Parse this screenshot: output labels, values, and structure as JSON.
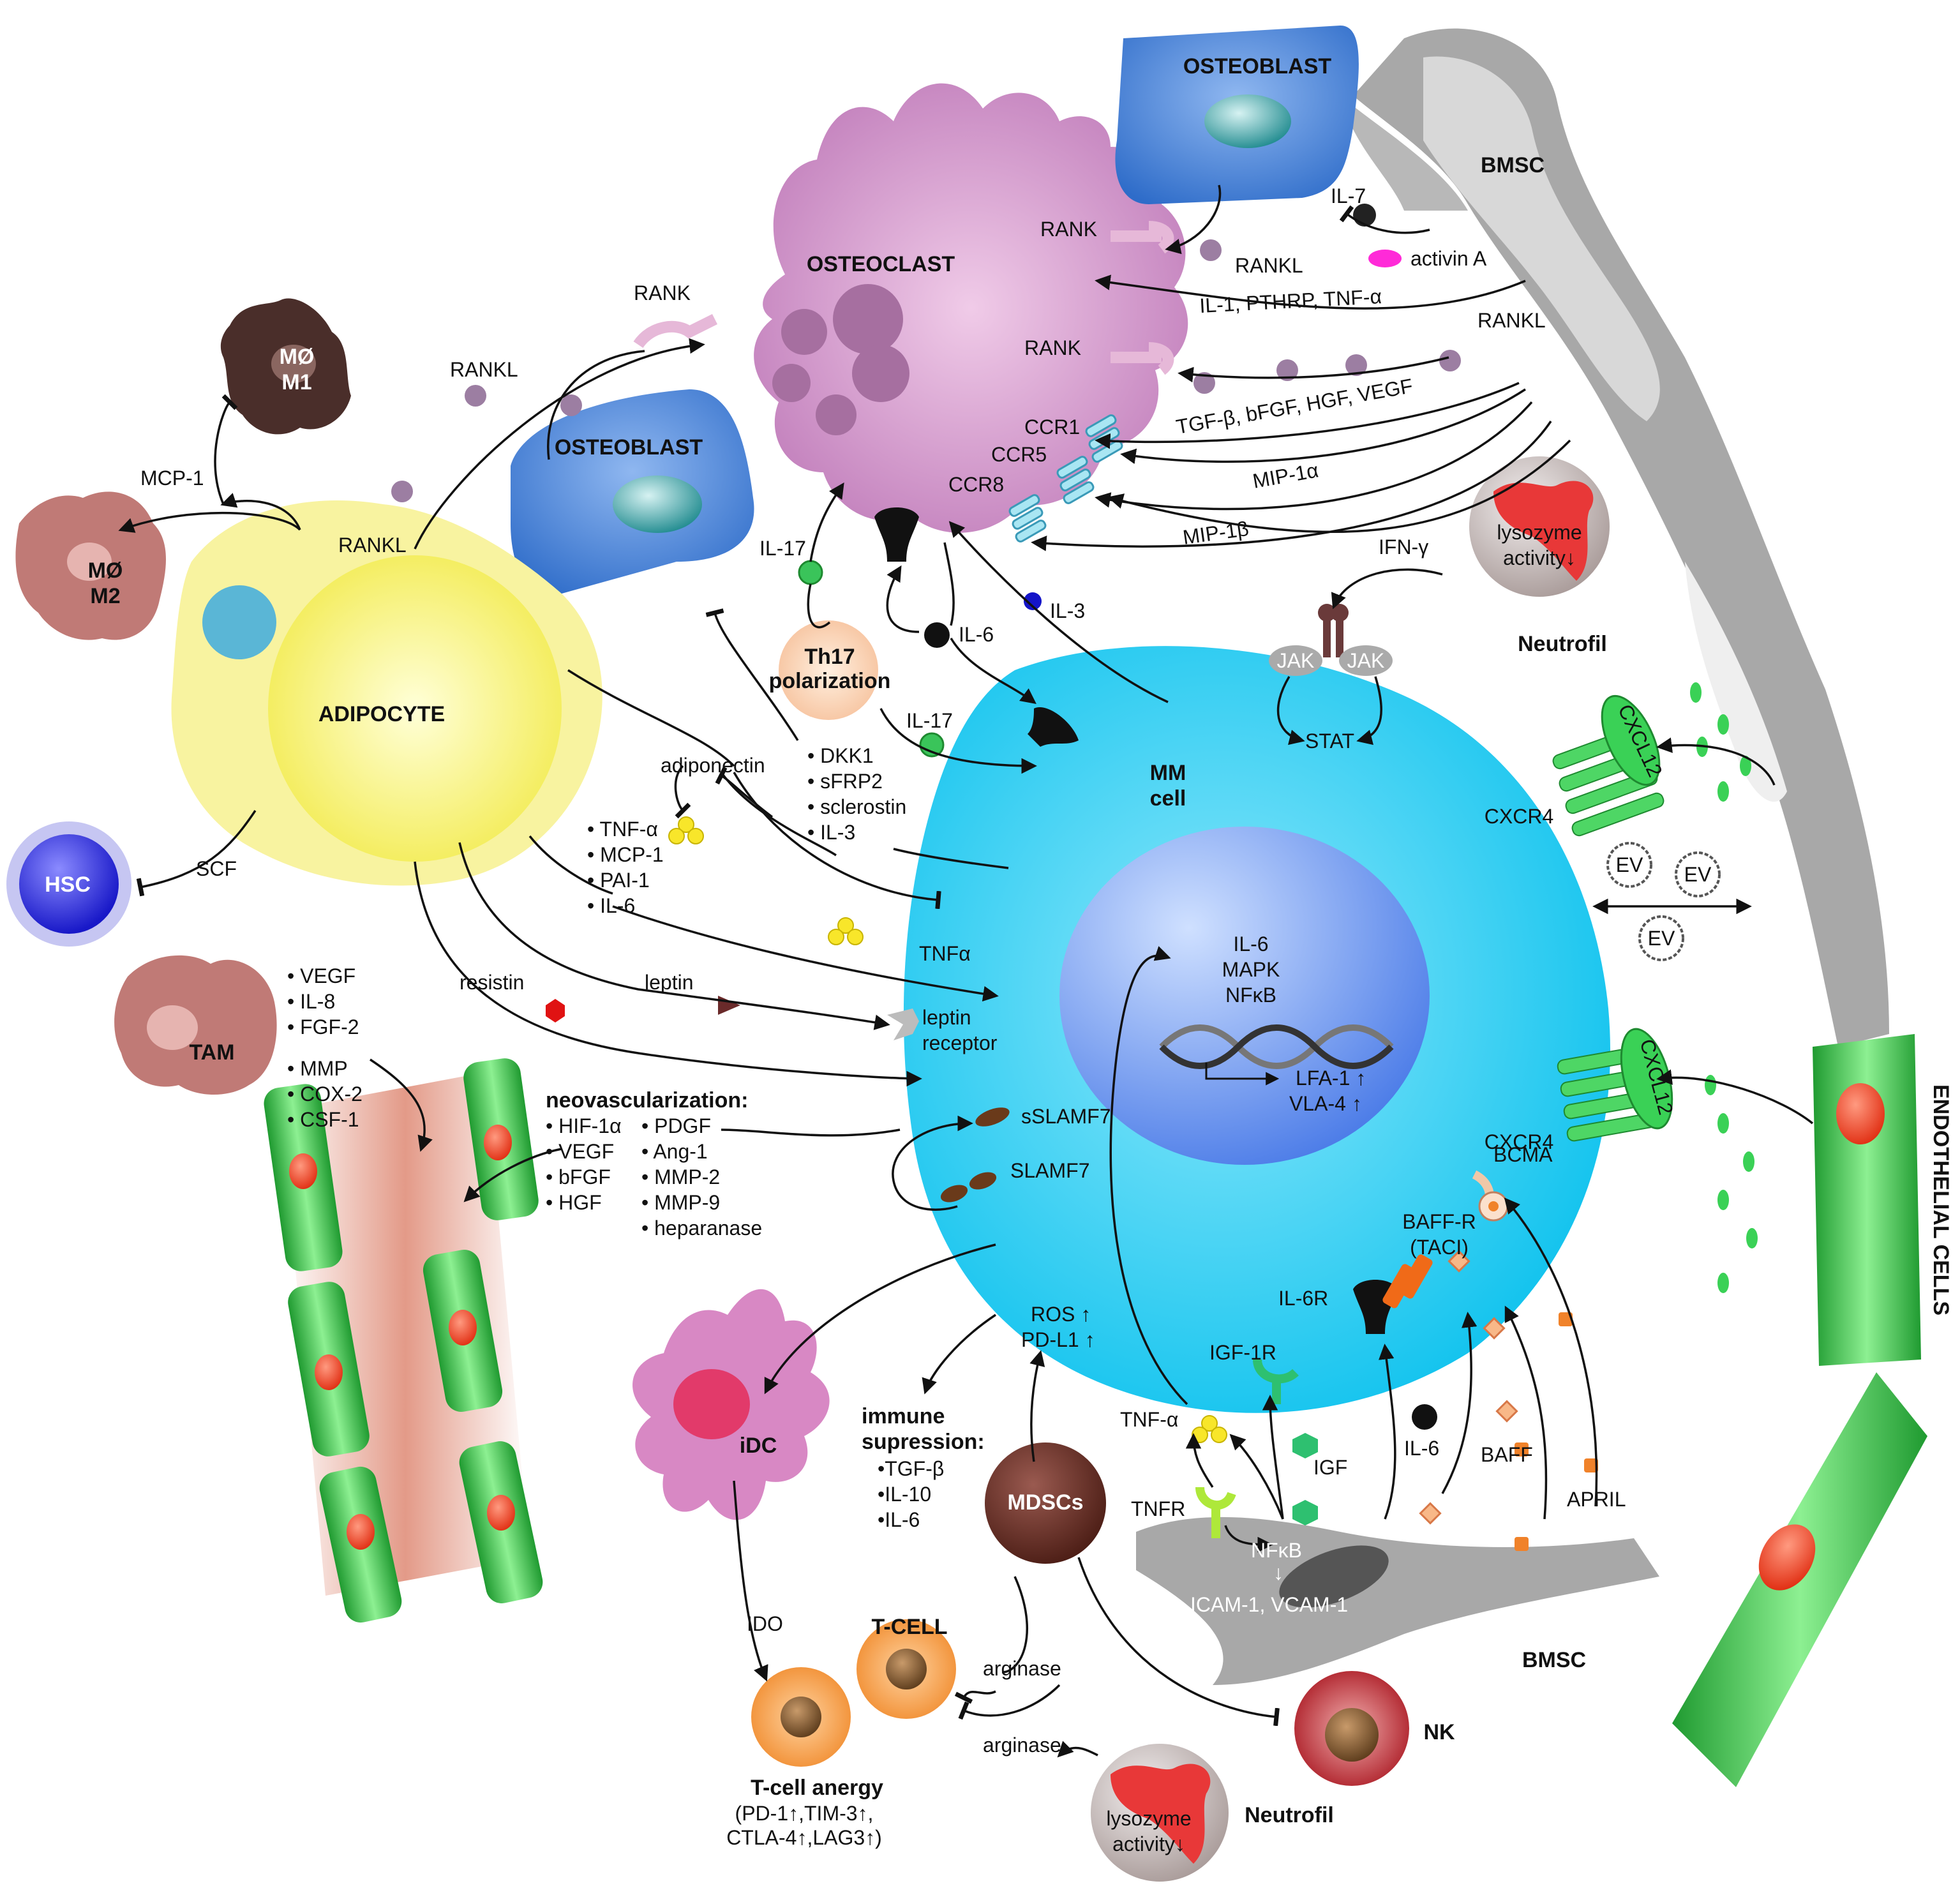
{
  "colors": {
    "mm_cell": "#19c8ef",
    "nucleus": "#5a86f0",
    "osteoclast": "#c98bc4",
    "osteoblast": "#3f7cd6",
    "adipocyte": "#f7f060",
    "endothelial": "#39c94b",
    "bmsc": "#9b9b9b",
    "hsc": "#2424d8"
  },
  "cells": {
    "osteoclast": "OSTEOCLAST",
    "osteoblast_top": "OSTEOBLAST",
    "osteoblast_left": "OSTEOBLAST",
    "bmsc_top": "BMSC",
    "bmsc_bottom": "BMSC",
    "adipocyte": "ADIPOCYTE",
    "hsc": "HSC",
    "tam": "TAM",
    "mo_m1": [
      "MØ",
      "M1"
    ],
    "mo_m2": [
      "MØ",
      "M2"
    ],
    "mm_cell": [
      "MM",
      "cell"
    ],
    "idc": "iDC",
    "mdscs": "MDSCs",
    "t_cell": "T-CELL",
    "nk": "NK",
    "neutrofil_top": "Neutrofil",
    "neutrofil_bottom": "Neutrofil",
    "th17": [
      "Th17",
      "polarization"
    ],
    "endothelial": "ENDOTHELIAL CELLS",
    "ev": "EV"
  },
  "labels": {
    "rank_1": "RANK",
    "rank_2": "RANK",
    "rank_3": "RANK",
    "rankl_1": "RANKL",
    "rankl_2": "RANKL",
    "rankl_3": "RANKL",
    "rankl_4": "RANKL",
    "il7": "IL-7",
    "activin": "activin A",
    "il1": "IL-1, PTHRP, TNF-α",
    "tgfb": "TGF-β, bFGF, HGF, VEGF",
    "ccr1": "CCR1",
    "ccr5": "CCR5",
    "ccr8": "CCR8",
    "mip1a": "MIP-1α",
    "mip1b": "MIP-1β",
    "lysozyme_top": [
      "lysozyme",
      "activity↓"
    ],
    "lysozyme_bottom": [
      "lysozyme",
      "activity↓"
    ],
    "ifn": "IFN-γ",
    "jak1": "JAK",
    "jak2": "JAK",
    "stat": "STAT",
    "il17_a": "IL-17",
    "il17_b": "IL-17",
    "il6_top": "IL-6",
    "il3": "IL-3",
    "mcp1": "MCP-1",
    "scf": "SCF",
    "adiponectin": "adiponectin",
    "adip_list": [
      "• TNF-α",
      "• MCP-1",
      "• PAI-1",
      "• IL-6"
    ],
    "dkk_list": [
      "• DKK1",
      "• sFRP2",
      "• sclerostin",
      "• IL-3"
    ],
    "tnfa_mid": "TNFα",
    "resistin": "resistin",
    "leptin": "leptin",
    "leptin_receptor": [
      "leptin",
      "receptor"
    ],
    "tam_list1": [
      "• VEGF",
      "• IL-8",
      "• FGF-2"
    ],
    "tam_list2": [
      "• MMP",
      "• COX-2",
      "• CSF-1"
    ],
    "neovasc_title": "neovascularization:",
    "neovasc_col1": [
      "• HIF-1α",
      "• VEGF",
      "• bFGF",
      "• HGF"
    ],
    "neovasc_col2": [
      "• PDGF",
      "• Ang-1",
      "• MMP-2",
      "• MMP-9",
      "• heparanase"
    ],
    "sslamf7": "sSLAMF7",
    "slamf7": "SLAMF7",
    "nucleus": [
      "IL-6",
      "MAPK",
      "NFκB"
    ],
    "lfa": "LFA-1 ↑",
    "vla": "VLA-4 ↑",
    "cxcl12": "CXCL12",
    "cxcr4_1": "CXCR4",
    "cxcr4_2": "CXCR4",
    "bcma": "BCMA",
    "baffr": [
      "BAFF-R",
      "(TACI)"
    ],
    "il6r": "IL-6R",
    "igf1r": "IGF-1R",
    "igf": "IGF",
    "il6_bottom": "IL-6",
    "baff": "BAFF",
    "april": "APRIL",
    "tnfa_bottom": "TNF-α",
    "tnfr": "TNFR",
    "nfkb_b": "NFκB",
    "down_arrow": "↓",
    "icam": "ICAM-1, VCAM-1",
    "ros": "ROS ↑",
    "pdl1": "PD-L1 ↑",
    "immune_title": [
      "immune",
      "supression:"
    ],
    "immune_list": [
      "•TGF-β",
      "•IL-10",
      "•IL-6"
    ],
    "ido": "IDO",
    "arginase_1": "arginase",
    "arginase_2": "arginase",
    "tcell_anergy": "T-cell anergy",
    "anergy_list": [
      "(PD-1↑,TIM-3↑,",
      "CTLA-4↑,LAG3↑)"
    ]
  }
}
